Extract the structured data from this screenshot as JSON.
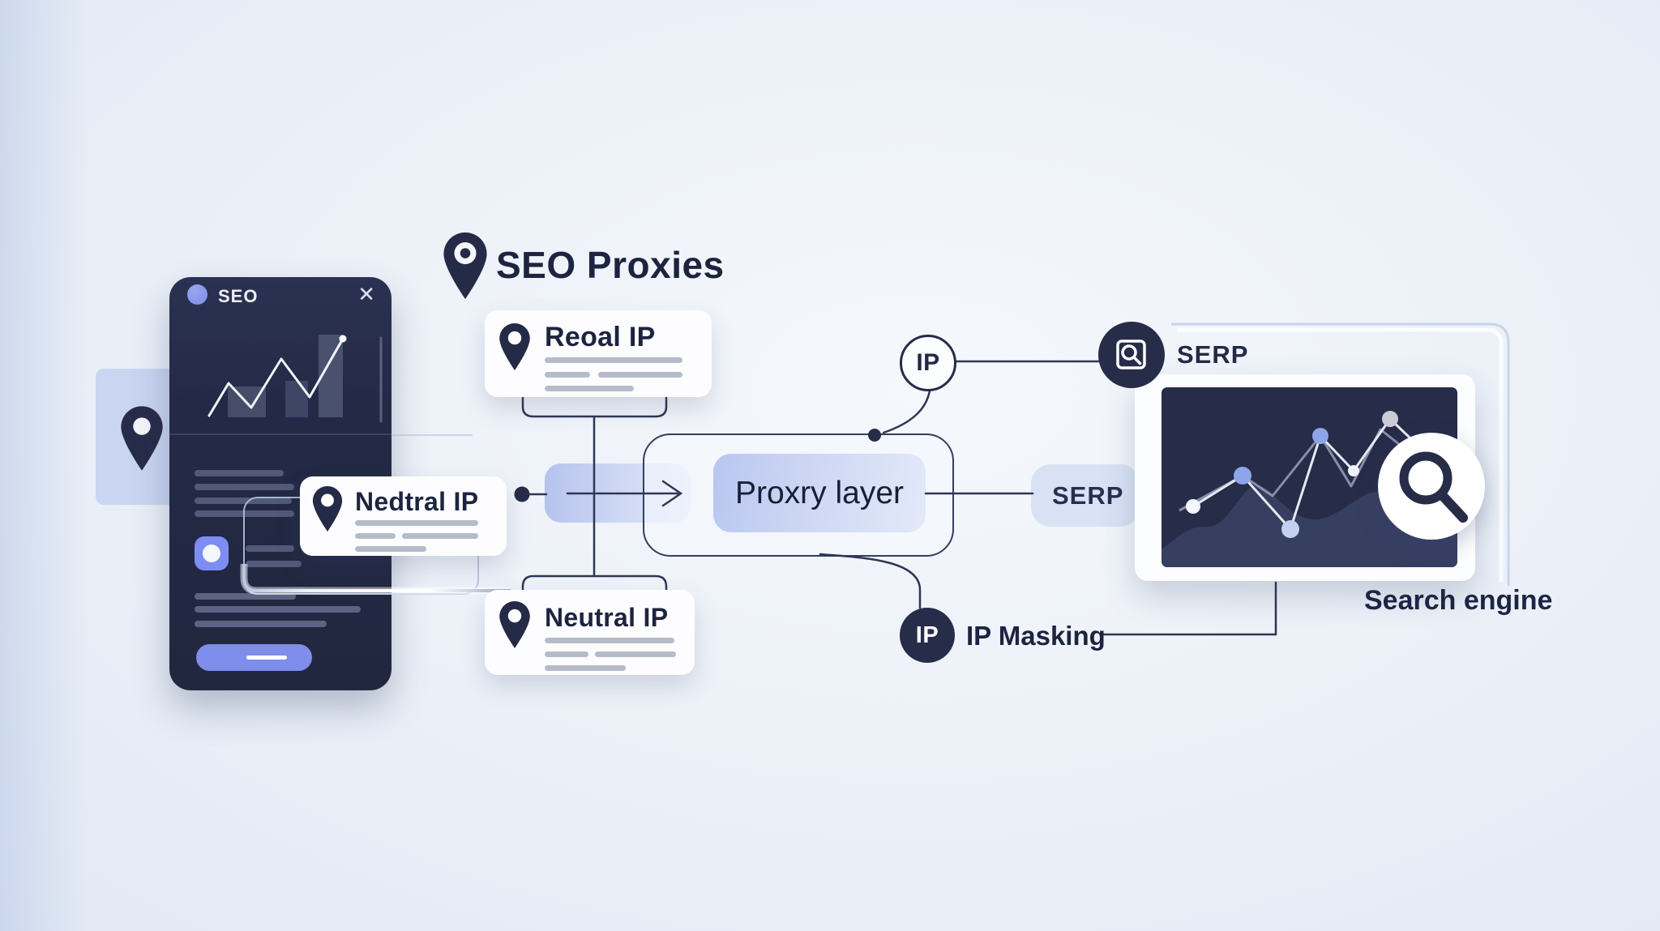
{
  "title": {
    "label": "SEO Proxies"
  },
  "phone": {
    "app_name": "SEO",
    "close_glyph": "✕"
  },
  "nodes": {
    "real_ip": {
      "title": "Reoal IP"
    },
    "nedtral_ip": {
      "title": "Nedtral IP"
    },
    "neutral_ip": {
      "title": "Neutral IP"
    },
    "proxy_layer": {
      "label": "Proxry layer"
    },
    "ip": {
      "label": "IP"
    },
    "serp_endpoint": {
      "label": "SERP"
    },
    "serp_result": {
      "label": "SERP"
    },
    "ip_masking": {
      "badge": "IP",
      "label": "IP Masking"
    },
    "search_engine": {
      "label": "Search engine"
    }
  },
  "colors": {
    "navy": "#272c49",
    "accent_blue": "#7d8dea",
    "panel_blue": "#c9d5f2",
    "text_dark": "#1d2440"
  }
}
